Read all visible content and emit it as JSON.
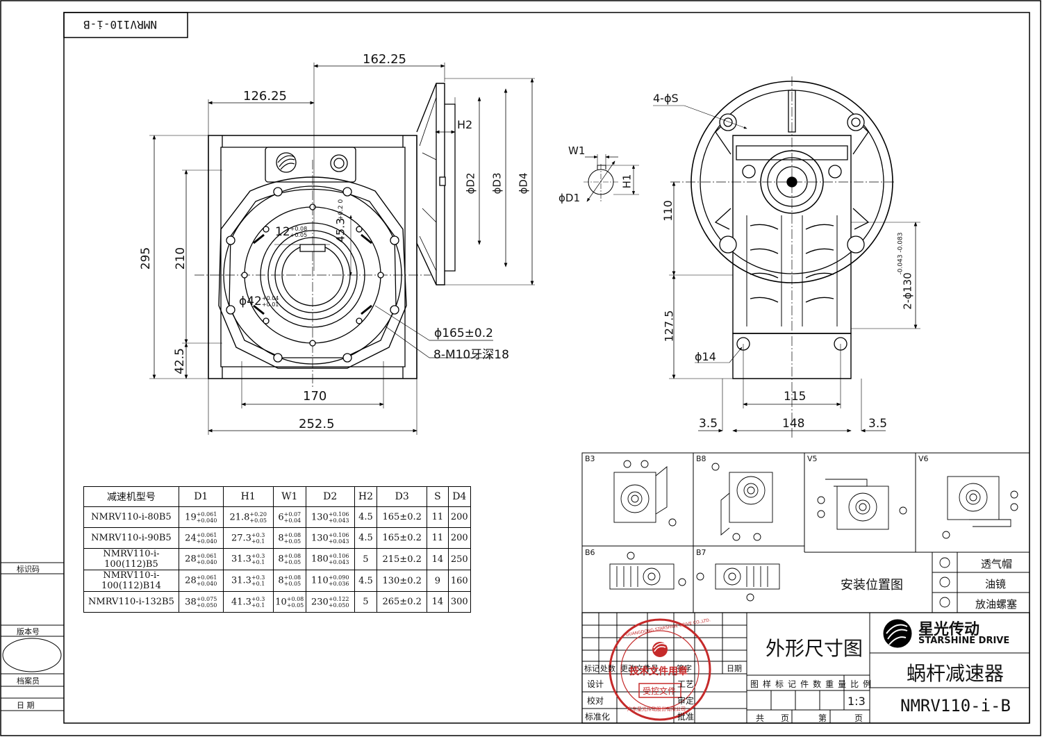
{
  "title_block_tag": "NMRV110-i-B",
  "dimensions": {
    "d_162": "162.25",
    "d_126": "126.25",
    "d_295": "295",
    "d_210": "210",
    "d_42": "42.5",
    "d_170": "170",
    "d_252": "252.5",
    "h2": "H2",
    "phi_d2": "ϕD2",
    "phi_d3": "ϕD3",
    "phi_d4": "ϕD4",
    "key_12": "12",
    "key_12_tol_up": "+0.08",
    "key_12_tol_dn": "+0.05",
    "d_45": "45.3",
    "d_45_tol": "+0.2 0",
    "bore_42": "ϕ42",
    "bore_42_tol_up": "+0.04",
    "bore_42_tol_dn": "+0.01",
    "pcd_165": "ϕ165±0.2",
    "thread": "8-M10牙深18",
    "w1": "W1",
    "h1": "H1",
    "phi_d1": "ϕD1",
    "holes_4s": "4-ϕS",
    "d_110": "110",
    "d_127": "127.5",
    "d_14": "ϕ14",
    "d_115": "115",
    "d_148": "148",
    "d_35a": "3.5",
    "d_35b": "3.5",
    "d_130": "2-ϕ130",
    "d_130_tol": "-0.043 -0.083"
  },
  "spec_table": {
    "headers": [
      "减速机型号",
      "D1",
      "H1",
      "W1",
      "D2",
      "H2",
      "D3",
      "S",
      "D4"
    ],
    "rows": [
      {
        "model": "NMRV110-i-80B5",
        "d1": "19",
        "d1_up": "+0.061",
        "d1_dn": "+0.040",
        "h1": "21.8",
        "h1_up": "+0.20",
        "h1_dn": "+0.05",
        "w1": "6",
        "w1_up": "+0.07",
        "w1_dn": "+0.04",
        "d2": "130",
        "d2_up": "+0.106",
        "d2_dn": "+0.043",
        "h2": "4.5",
        "d3": "165±0.2",
        "s": "11",
        "d4": "200"
      },
      {
        "model": "NMRV110-i-90B5",
        "d1": "24",
        "d1_up": "+0.061",
        "d1_dn": "+0.040",
        "h1": "27.3",
        "h1_up": "+0.3",
        "h1_dn": "+0.1",
        "w1": "8",
        "w1_up": "+0.08",
        "w1_dn": "+0.05",
        "d2": "130",
        "d2_up": "+0.106",
        "d2_dn": "+0.043",
        "h2": "4.5",
        "d3": "165±0.2",
        "s": "11",
        "d4": "200"
      },
      {
        "model": "NMRV110-i-100(112)B5",
        "d1": "28",
        "d1_up": "+0.061",
        "d1_dn": "+0.040",
        "h1": "31.3",
        "h1_up": "+0.3",
        "h1_dn": "+0.1",
        "w1": "8",
        "w1_up": "+0.08",
        "w1_dn": "+0.05",
        "d2": "180",
        "d2_up": "+0.106",
        "d2_dn": "+0.043",
        "h2": "5",
        "d3": "215±0.2",
        "s": "14",
        "d4": "250"
      },
      {
        "model": "NMRV110-i-100(112)B14",
        "d1": "28",
        "d1_up": "+0.061",
        "d1_dn": "+0.040",
        "h1": "31.3",
        "h1_up": "+0.3",
        "h1_dn": "+0.1",
        "w1": "8",
        "w1_up": "+0.08",
        "w1_dn": "+0.05",
        "d2": "110",
        "d2_up": "+0.090",
        "d2_dn": "+0.036",
        "h2": "4.5",
        "d3": "130±0.2",
        "s": "9",
        "d4": "160"
      },
      {
        "model": "NMRV110-i-132B5",
        "d1": "38",
        "d1_up": "+0.075",
        "d1_dn": "+0.050",
        "h1": "41.3",
        "h1_up": "+0.3",
        "h1_dn": "+0.1",
        "w1": "10",
        "w1_up": "+0.08",
        "w1_dn": "+0.05",
        "d2": "230",
        "d2_up": "+0.122",
        "d2_dn": "+0.050",
        "h2": "5",
        "d3": "265±0.2",
        "s": "14",
        "d4": "300"
      }
    ]
  },
  "left_margin": {
    "ident": "标识码",
    "version": "版本号",
    "archivist": "档案员",
    "date": "日 期"
  },
  "mounting": {
    "positions": [
      "B3",
      "B8",
      "V5",
      "V6",
      "B6",
      "B7"
    ],
    "caption": "安装位置图",
    "legend": [
      "透气帽",
      "油镜",
      "放油螺塞"
    ]
  },
  "title_block": {
    "drawing_name": "外形尺寸图",
    "company": "星光传动",
    "company_en": "STARSHINE DRIVE",
    "product": "蜗杆减速器",
    "model": "NMRV110-i-B",
    "scale": "1:3",
    "sheet_headers": [
      "图",
      "样",
      "标",
      "记",
      "件",
      "数",
      "重",
      "量",
      "比",
      "例"
    ],
    "row_labels": [
      "标记",
      "处数",
      "更改文件号",
      "签字",
      "日期"
    ],
    "design": "设计",
    "craft": "工艺",
    "check": "校对",
    "review": "审定",
    "standard": "标准化",
    "approve": "批准",
    "total": "共",
    "pages": "页",
    "page_no": "第",
    "page_label": "页"
  },
  "stamp": {
    "ring_text": "GUANGDONG STARSHINE DRIVE CO.,LTD.",
    "main": "技术文件用章",
    "sub": "受控文件",
    "bottom": "广东星光传动股份有限公司"
  }
}
